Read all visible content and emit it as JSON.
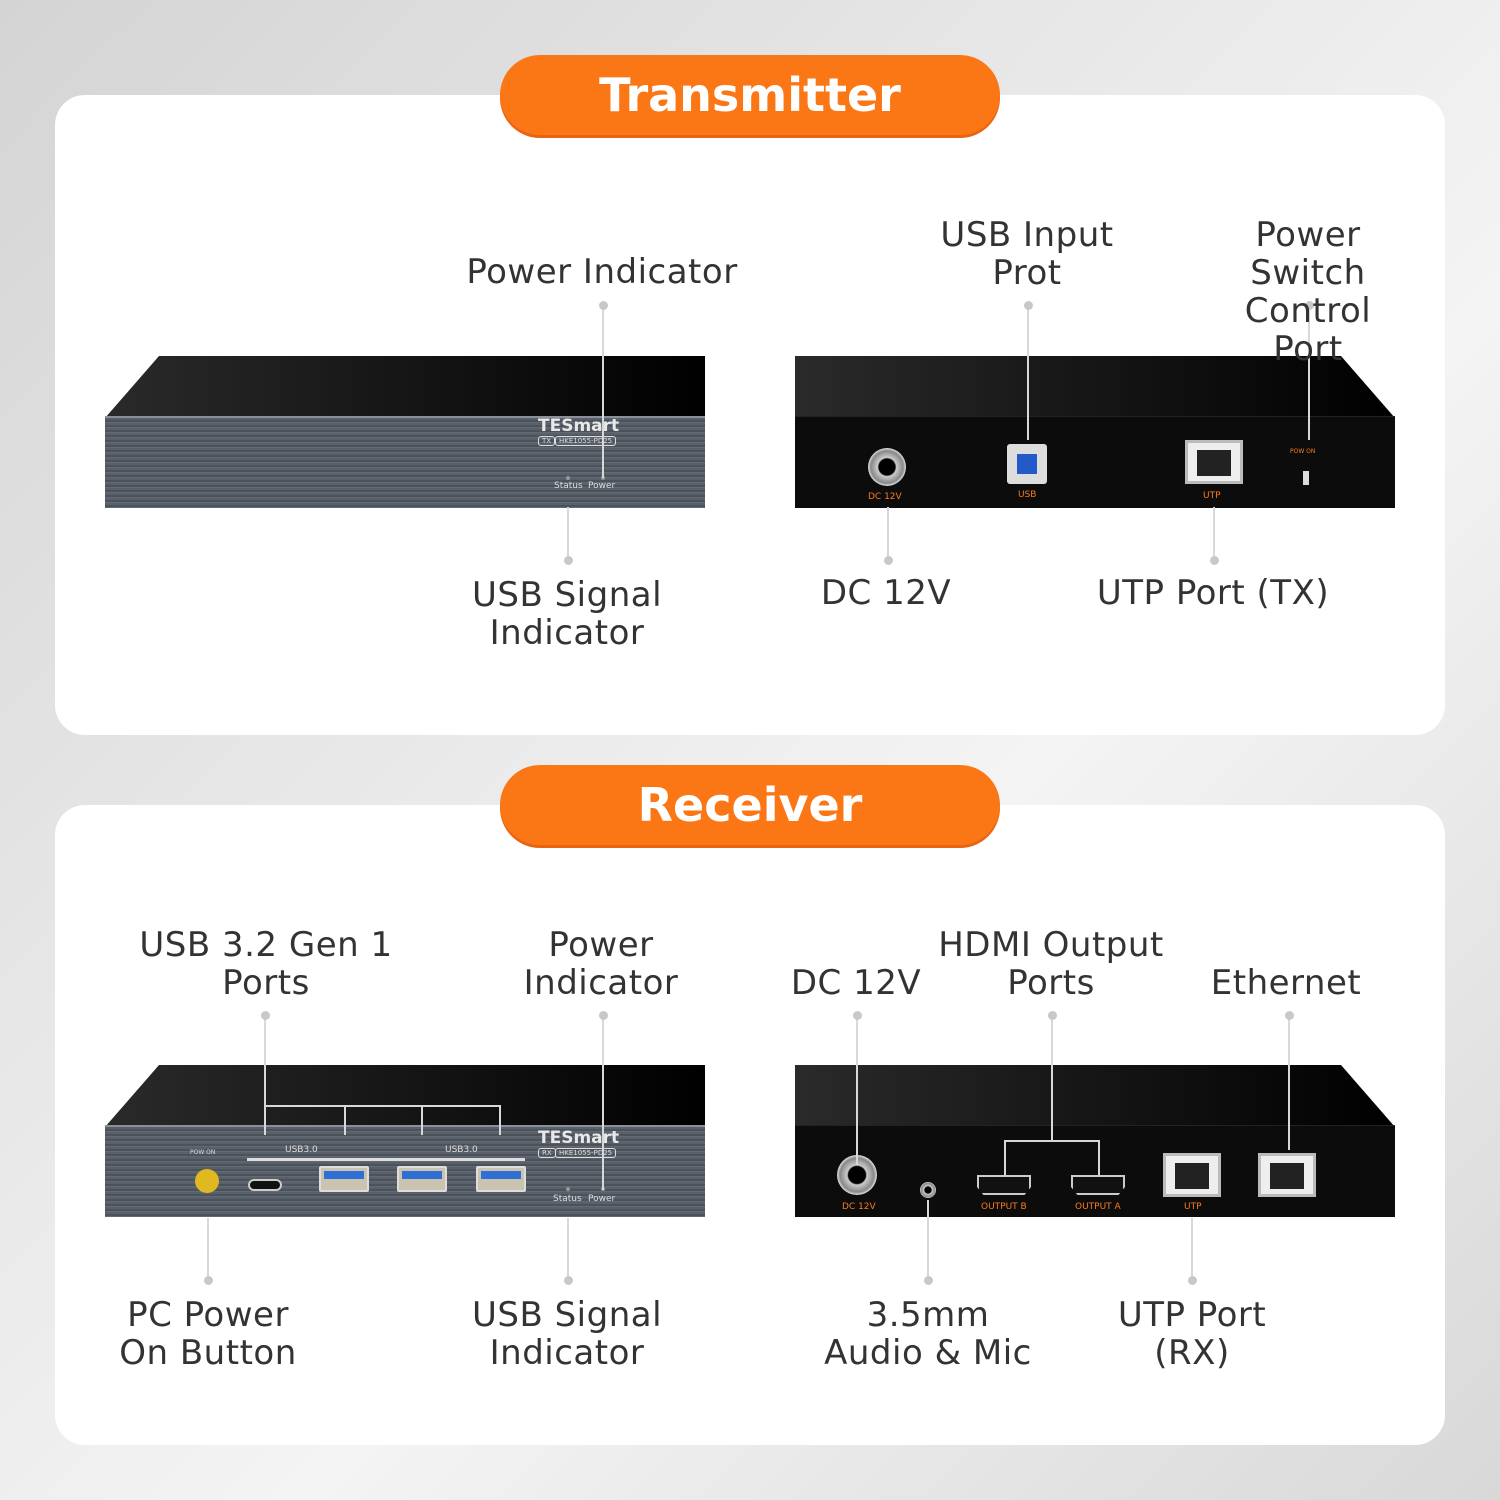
{
  "colors": {
    "accent": "#fb7716",
    "panel": "#ffffff",
    "label_text": "#333333"
  },
  "transmitter": {
    "title": "Transmitter",
    "callouts": {
      "power_indicator": "Power Indicator",
      "usb_signal_indicator": "USB Signal\nIndicator",
      "usb_input_port": "USB Input\nProt",
      "power_switch_control_port": "Power Switch\nControl Port",
      "dc_12v": "DC 12V",
      "utp_port": "UTP Port (TX)"
    },
    "device_front": {
      "brand": "TESmart",
      "badge": "TX",
      "model": "HKE1055-PD25",
      "status": "Status",
      "power": "Power"
    },
    "device_back": {
      "dc": "DC 12V",
      "usb": "USB",
      "utp": "UTP",
      "pow_on": "POW ON"
    }
  },
  "receiver": {
    "title": "Receiver",
    "callouts": {
      "usb_ports": "USB 3.2 Gen 1\nPorts",
      "power_indicator": "Power\nIndicator",
      "pc_power_button": "PC Power\nOn Button",
      "usb_signal_indicator": "USB Signal\nIndicator",
      "dc_12v": "DC 12V",
      "hdmi_output_ports": "HDMI Output\nPorts",
      "ethernet": "Ethernet",
      "audio_mic": "3.5mm\nAudio & Mic",
      "utp_port": "UTP Port\n(RX)"
    },
    "device_front": {
      "brand": "TESmart",
      "badge": "RX",
      "model": "HKE1055-PD25",
      "status": "Status",
      "power": "Power",
      "pow_on": "POW ON",
      "usb_group_1": "USB3.0",
      "usb_group_2": "USB3.0"
    },
    "device_back": {
      "dc": "DC 12V",
      "output_b": "OUTPUT B",
      "output_a": "OUTPUT A",
      "utp": "UTP"
    }
  }
}
